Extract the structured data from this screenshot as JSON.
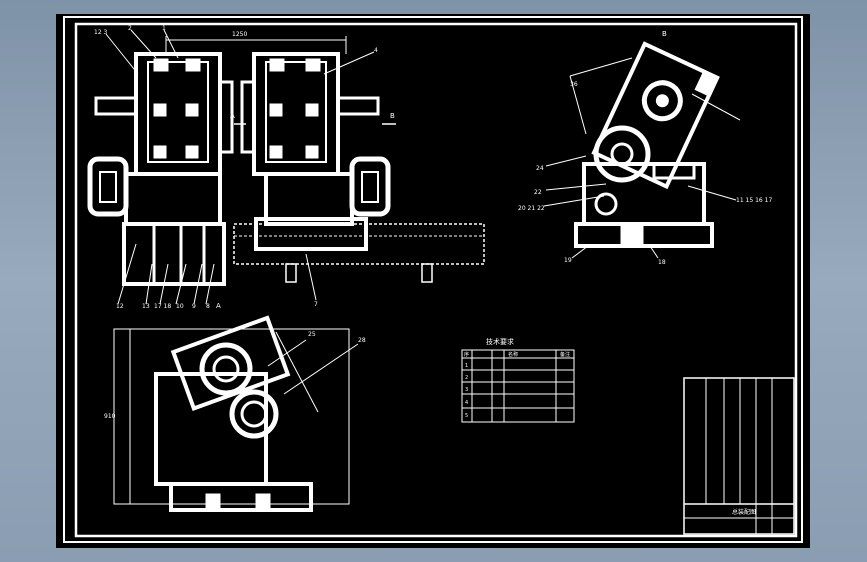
{
  "drawing": {
    "view_label_top_right": "B",
    "section_label_left": "A",
    "section_label_right": "B",
    "view_label_bottom": "A"
  },
  "front_view": {
    "balloons": [
      "12 3",
      "2",
      "1",
      "4",
      "3"
    ],
    "bottom_balloons": [
      "12",
      "13",
      "17 18",
      "10",
      "9",
      "8",
      "7"
    ],
    "dimension_top": "1250"
  },
  "side_view": {
    "balloons": [
      "36",
      "24",
      "22",
      "20 21 22",
      "11 15 16 17",
      "19",
      "18"
    ]
  },
  "bottom_view": {
    "balloons": [
      "25",
      "28"
    ],
    "dimension_left": "910"
  },
  "tech_table": {
    "title": "技术要求",
    "col_headers": [
      "序",
      "名称",
      "",
      "备注"
    ],
    "rows": [
      {
        "num": "1",
        "name": "",
        "spec": "",
        "note": ""
      },
      {
        "num": "2",
        "name": "",
        "spec": "",
        "note": ""
      },
      {
        "num": "3",
        "name": "",
        "spec": "",
        "note": ""
      },
      {
        "num": "4",
        "name": "",
        "spec": "",
        "note": ""
      },
      {
        "num": "5",
        "name": "",
        "spec": "",
        "note": ""
      }
    ]
  },
  "title_block": {
    "drawing_name": "总装配图",
    "company": ""
  }
}
